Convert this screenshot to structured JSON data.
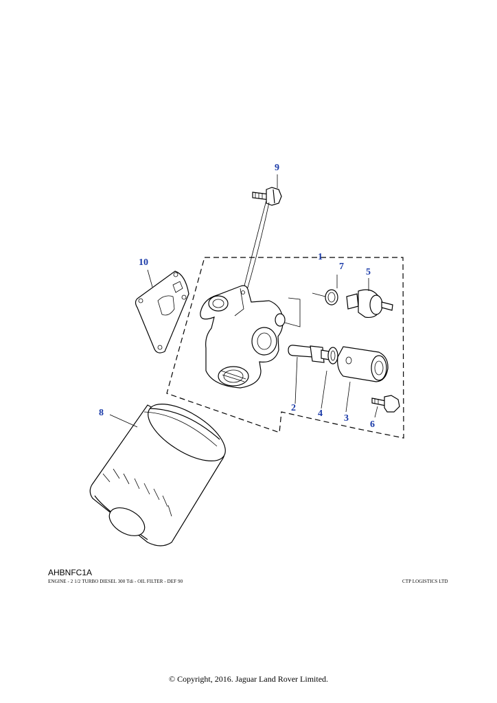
{
  "diagram": {
    "code": "AHBNFC1A",
    "caption": "ENGINE - 2 1/2 TURBO DIESEL 300 Tdi - OIL FILTER - DEF 90",
    "publisher": "CTP LOGISTICS LTD",
    "copyright": "© Copyright, 2016. Jaguar Land Rover Limited.",
    "callout_color": "#1a3aa8",
    "callouts": [
      "1",
      "2",
      "3",
      "4",
      "5",
      "6",
      "7",
      "8",
      "9",
      "10"
    ]
  }
}
